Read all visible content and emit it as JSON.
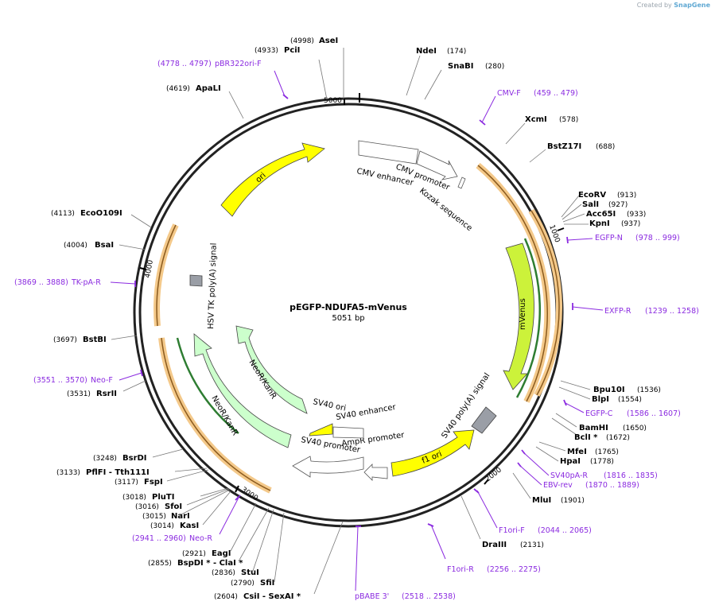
{
  "credit": {
    "prefix": "Created by",
    "brand": "SnapGene"
  },
  "plasmid": {
    "name": "pEGFP-NDUFA5-mVenus",
    "length_label": "5051 bp",
    "length": 5051
  },
  "ticks": [
    {
      "pos": 1000,
      "label": "1000"
    },
    {
      "pos": 2000,
      "label": "2000"
    },
    {
      "pos": 3000,
      "label": "3000"
    },
    {
      "pos": 4000,
      "label": "4000"
    },
    {
      "pos": 5000,
      "label": "5000"
    }
  ],
  "sites": [
    {
      "name": "AseI",
      "pos": "(4998)"
    },
    {
      "name": "PciI",
      "pos": "(4933)"
    },
    {
      "name": "NdeI",
      "pos": "(174)"
    },
    {
      "name": "SnaBI",
      "pos": "(280)"
    },
    {
      "name": "ApaLI",
      "pos": "(4619)"
    },
    {
      "name": "XcmI",
      "pos": "(578)"
    },
    {
      "name": "BstZ17I",
      "pos": "(688)"
    },
    {
      "name": "EcoRV",
      "pos": "(913)"
    },
    {
      "name": "SalI",
      "pos": "(927)"
    },
    {
      "name": "Acc65I",
      "pos": "(933)"
    },
    {
      "name": "KpnI",
      "pos": "(937)"
    },
    {
      "name": "EcoO109I",
      "pos": "(4113)"
    },
    {
      "name": "BsaI",
      "pos": "(4004)"
    },
    {
      "name": "BstBI",
      "pos": "(3697)"
    },
    {
      "name": "RsrII",
      "pos": "(3531)"
    },
    {
      "name": "Bpu10I",
      "pos": "(1536)"
    },
    {
      "name": "BlpI",
      "pos": "(1554)"
    },
    {
      "name": "BamHI",
      "pos": "(1650)"
    },
    {
      "name": "BclI *",
      "pos": "(1672)"
    },
    {
      "name": "MfeI",
      "pos": "(1765)"
    },
    {
      "name": "HpaI",
      "pos": "(1778)"
    },
    {
      "name": "MluI",
      "pos": "(1901)"
    },
    {
      "name": "BsrDI",
      "pos": "(3248)"
    },
    {
      "name": "PflFI  - Tth111I",
      "pos": "(3133)"
    },
    {
      "name": "FspI",
      "pos": "(3117)"
    },
    {
      "name": "PluTI",
      "pos": "(3018)"
    },
    {
      "name": "SfoI",
      "pos": "(3016)"
    },
    {
      "name": "NarI",
      "pos": "(3015)"
    },
    {
      "name": "KasI",
      "pos": "(3014)"
    },
    {
      "name": "DraIII",
      "pos": "(2131)"
    },
    {
      "name": "EagI",
      "pos": "(2921)"
    },
    {
      "name": "BspDI *  - ClaI *",
      "pos": "(2855)"
    },
    {
      "name": "StuI",
      "pos": "(2836)"
    },
    {
      "name": "SfiI",
      "pos": "(2790)"
    },
    {
      "name": "CsiI  - SexAI *",
      "pos": "(2604)"
    }
  ],
  "primers": [
    {
      "name": "pBR322ori-F",
      "range": "(4778 .. 4797)"
    },
    {
      "name": "CMV-F",
      "range": "(459 .. 479)"
    },
    {
      "name": "EGFP-N",
      "range": "(978 .. 999)"
    },
    {
      "name": "EXFP-R",
      "range": "(1239 .. 1258)"
    },
    {
      "name": "EGFP-C",
      "range": "(1586 .. 1607)"
    },
    {
      "name": "SV40pA-R",
      "range": "(1816 .. 1835)"
    },
    {
      "name": "EBV-rev",
      "range": "(1870 .. 1889)"
    },
    {
      "name": "F1ori-F",
      "range": "(2044 .. 2065)"
    },
    {
      "name": "F1ori-R",
      "range": "(2256 .. 2275)"
    },
    {
      "name": "pBABE 3'",
      "range": "(2518 .. 2538)"
    },
    {
      "name": "Neo-R",
      "range": "(2941 .. 2960)"
    },
    {
      "name": "Neo-F",
      "range": "(3551 .. 3570)"
    },
    {
      "name": "TK-pA-R",
      "range": "(3869 .. 3888)"
    }
  ],
  "features": [
    {
      "label": "CMV enhancer",
      "color": "#ffffff",
      "kind": "arrow"
    },
    {
      "label": "CMV promoter",
      "color": "#ffffff",
      "kind": "arrow"
    },
    {
      "label": "Kozak sequence",
      "color": "#ffffff",
      "kind": "box"
    },
    {
      "label": "mVenus",
      "color": "#ccf23a",
      "kind": "arrow"
    },
    {
      "label": "SV40 poly(A) signal",
      "color": "#9a9ea6",
      "kind": "box"
    },
    {
      "label": "f1 ori",
      "color": "#ffff00",
      "kind": "arrow"
    },
    {
      "label": "AmpR promoter",
      "color": "#ffffff",
      "kind": "arrow"
    },
    {
      "label": "SV40 promoter",
      "color": "#ffffff",
      "kind": "arrow"
    },
    {
      "label": "SV40 ori",
      "color": "#ffff00",
      "kind": "box"
    },
    {
      "label": "SV40 enhancer",
      "color": "#ffffff",
      "kind": "box"
    },
    {
      "label": "NeoR/KanR",
      "color": "#ccffcc",
      "kind": "arrow"
    },
    {
      "label": "NeoR/KanR",
      "color": "#ccffcc",
      "kind": "arrow"
    },
    {
      "label": "HSV TK poly(A) signal",
      "color": "#9a9ea6",
      "kind": "box"
    },
    {
      "label": "ori",
      "color": "#ffff00",
      "kind": "arrow"
    }
  ]
}
